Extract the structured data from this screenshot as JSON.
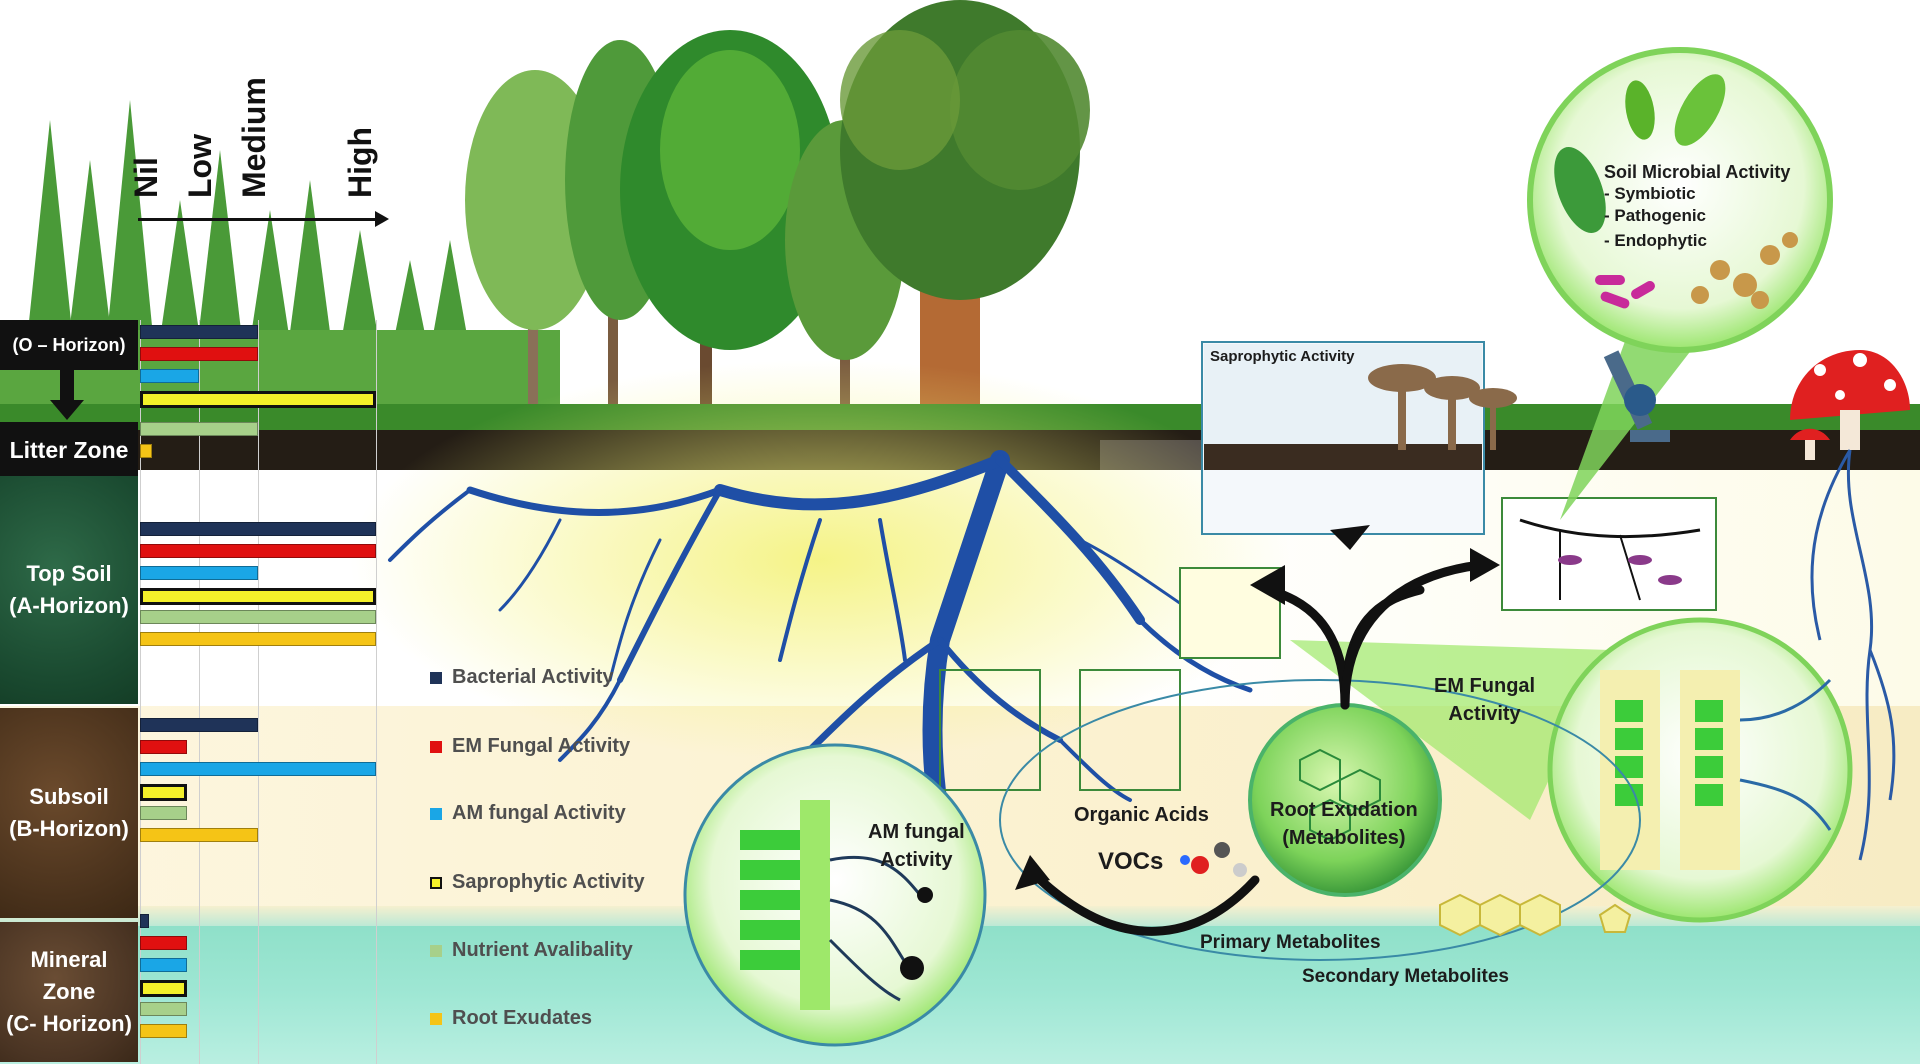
{
  "scale": {
    "levels": [
      "Nil",
      "Low",
      "Medium",
      "High"
    ]
  },
  "horizons": {
    "o": "(O – Horizon)",
    "litter": "Litter Zone",
    "top": [
      "Top Soil",
      "(A-Horizon)"
    ],
    "sub": [
      "Subsoil",
      "(B-Horizon)"
    ],
    "min": [
      "Mineral",
      "Zone",
      "(C- Horizon)"
    ]
  },
  "legend": [
    {
      "label": "Bacterial Activity",
      "color": "#1f3358"
    },
    {
      "label": "EM Fungal Activity",
      "color": "#e01010"
    },
    {
      "label": "AM fungal Activity",
      "color": "#1aa6e6"
    },
    {
      "label": "Saprophytic Activity",
      "color": "#f4f02a"
    },
    {
      "label": "Nutrient Avalibality",
      "color": "#a7d08a"
    },
    {
      "label": "Root Exudates",
      "color": "#f5c416"
    }
  ],
  "chart_data": {
    "type": "bar",
    "scale_categories": [
      "Nil",
      "Low",
      "Medium",
      "High"
    ],
    "series_order": [
      "Bacterial Activity",
      "EM Fungal Activity",
      "AM fungal Activity",
      "Saprophytic Activity",
      "Nutrient Avalibality",
      "Root Exudates"
    ],
    "groups": [
      {
        "horizon": "(O – Horizon)",
        "values": [
          2,
          2,
          1,
          4,
          null,
          null
        ]
      },
      {
        "horizon": "Litter Zone",
        "values": [
          null,
          null,
          null,
          null,
          2,
          0.2
        ]
      },
      {
        "horizon": "Top Soil (A-Horizon)",
        "values": [
          4,
          4,
          2,
          4,
          4,
          4
        ]
      },
      {
        "horizon": "Subsoil (B-Horizon)",
        "values": [
          2,
          0.8,
          4,
          0.8,
          0.8,
          2
        ]
      },
      {
        "horizon": "Mineral Zone (C- Horizon)",
        "values": [
          0.15,
          0.8,
          0.8,
          0.8,
          0.8,
          0.8
        ]
      }
    ],
    "xlim": [
      0,
      4
    ]
  },
  "labels": {
    "saprophytic": "Saprophytic Activity",
    "soil_microbial": "Soil  Microbial Activity",
    "symbiotic": "-  Symbiotic",
    "pathogenic": "-   Pathogenic",
    "endophytic": "-   Endophytic",
    "em_fungal": [
      "EM Fungal",
      "Activity"
    ],
    "am_fungal": [
      "AM fungal",
      "Activity"
    ],
    "organic_acids": "Organic Acids",
    "vocs": "VOCs",
    "root_exudation": [
      "Root Exudation",
      "(Metabolites)"
    ],
    "primary": "Primary Metabolites",
    "secondary": "Secondary Metabolites"
  },
  "colors": {
    "root": "#1f4fa6",
    "grass": "#3a8a2a",
    "litter": "#241d15",
    "glow": "#f2f07a",
    "callout": "#9ee86a"
  }
}
